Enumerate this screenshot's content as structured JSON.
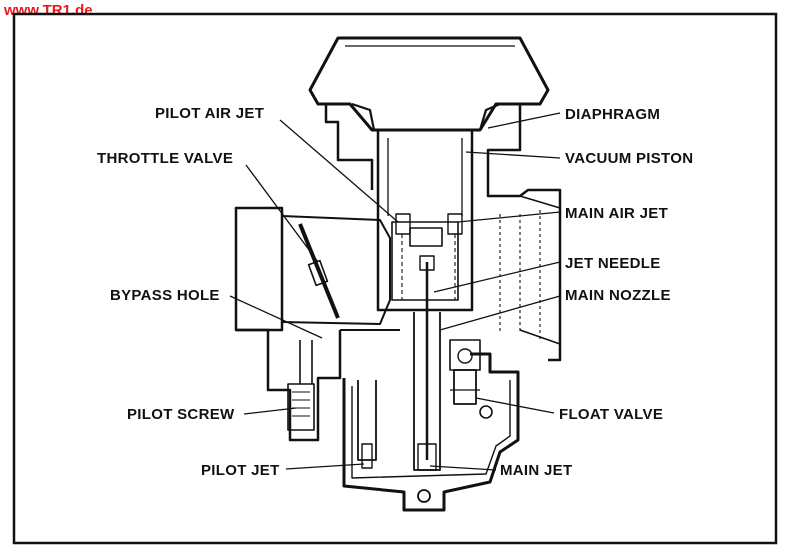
{
  "site": {
    "watermark": "www.TR1.de"
  },
  "labels": {
    "pilot_air_jet": "PILOT AIR JET",
    "throttle_valve": "THROTTLE VALVE",
    "bypass_hole": "BYPASS HOLE",
    "pilot_screw": "PILOT SCREW",
    "pilot_jet": "PILOT JET",
    "diaphragm": "DIAPHRAGM",
    "vacuum_piston": "VACUUM PISTON",
    "main_air_jet": "MAIN AIR JET",
    "jet_needle": "JET NEEDLE",
    "main_nozzle": "MAIN NOZZLE",
    "float_valve": "FLOAT VALVE",
    "main_jet": "MAIN JET"
  },
  "colors": {
    "ink": "#111111",
    "watermark": "#e8191b",
    "background": "#ffffff"
  }
}
